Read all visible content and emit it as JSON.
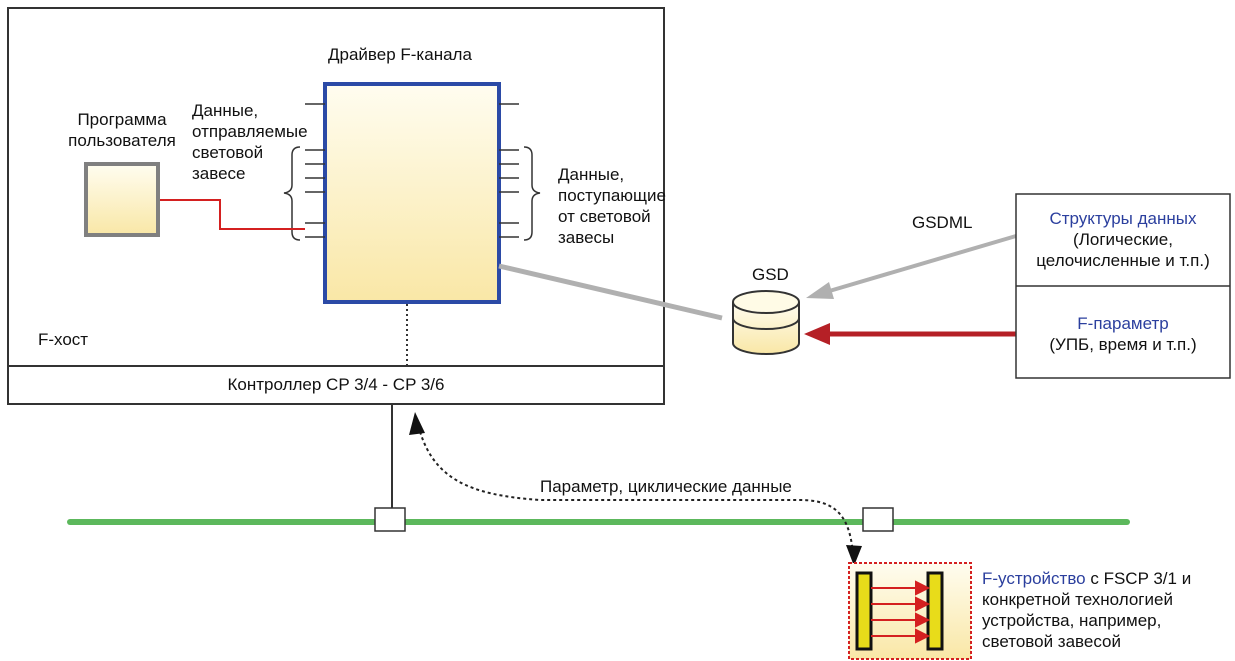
{
  "host": {
    "label": "F-хост",
    "controller_label": "Контроллер CP 3/4 - CP 3/6"
  },
  "driver": {
    "title": "Драйвер F-канала"
  },
  "user_program": {
    "label_line1": "Программа",
    "label_line2": "пользователя"
  },
  "data_sent": {
    "line1": "Данные,",
    "line2": "отправляемые",
    "line3": "световой",
    "line4": "завесе"
  },
  "data_received": {
    "line1": "Данные,",
    "line2": "поступающие",
    "line3": "от световой",
    "line4": "завесы"
  },
  "gsd": {
    "label": "GSD"
  },
  "gsdml": {
    "label": "GSDML"
  },
  "data_structures": {
    "title": "Структуры данных",
    "line2": "(Логические,",
    "line3": "целочисленные и т.п.)"
  },
  "f_parameter": {
    "title": "F-параметр",
    "line2": "(УПБ, время и т.п.)"
  },
  "bus": {
    "message": "Параметр, циклические данные"
  },
  "f_device": {
    "title": "F-устройство",
    "line1_rest": " с FSCP 3/1 и",
    "line2": "конкретной технологией",
    "line3": "устройства, например,",
    "line4": "световой завесой"
  },
  "colors": {
    "driver_fill": "#fdf3c4",
    "driver_border": "#2b4aa6",
    "accent_blue": "#2b3f9e",
    "bus_green": "#5cb85c",
    "wire_red": "#d42020",
    "arrow_gray": "#b0b0b0",
    "arrow_dark_red": "#b52026"
  }
}
